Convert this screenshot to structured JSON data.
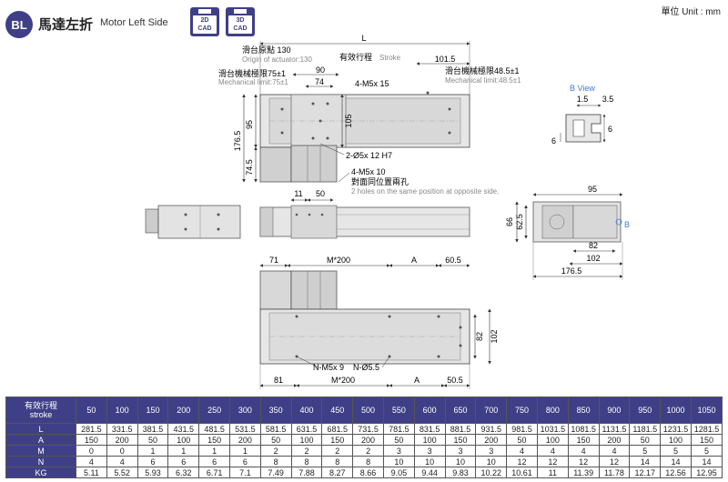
{
  "header": {
    "badge": "BL",
    "title": "馬達左折",
    "subtitle": "Motor Left Side",
    "cad2d": "2D\nCAD",
    "cad2d_top": "2D",
    "cad2d_bottom": "CAD",
    "cad3d_top": "3D",
    "cad3d_bottom": "CAD",
    "unit": "單位 Unit : mm"
  },
  "top_view": {
    "dim_L": "L",
    "origin_cn": "滑台原點 130",
    "origin_en": "Origin of actuator:130",
    "stroke_cn": "有效行程",
    "stroke_en": "Stroke",
    "dim_101_5": "101.5",
    "dim_90": "90",
    "dim_74": "74",
    "mech_left_cn": "滑台機械極限75±1",
    "mech_left_en": "Mechanical limit:75±1",
    "mech_right_cn": "滑台機械極限48.5±1",
    "mech_right_en": "Mechanical limit:48.5±1",
    "dim_4m5_15": "4-M5x 15",
    "dim_95": "95",
    "dim_105": "105",
    "dim_176_5": "176.5",
    "dim_74_5": "74.5",
    "dim_2d5": "2-Ø5x 12 H7",
    "dim_4m5_10": "4-M5x 10",
    "holes_cn": "對面同位置兩孔",
    "holes_en": "2 holes on the same position at opposite side."
  },
  "side_view": {
    "dim_11": "11",
    "dim_50": "50"
  },
  "b_view": {
    "title": "B View",
    "dim_1_5": "1.5",
    "dim_3_5": "3.5",
    "dim_6a": "6",
    "dim_6b": "6"
  },
  "end_view": {
    "dim_95": "95",
    "dim_66": "66",
    "dim_62_5": "62.5",
    "label_b": "B",
    "dim_82": "82",
    "dim_102": "102",
    "dim_176_5": "176.5"
  },
  "bottom_view": {
    "dim_71": "71",
    "dim_m200_top": "M*200",
    "dim_A_top": "A",
    "dim_60_5": "60.5",
    "dim_82": "82",
    "dim_102": "102",
    "dim_nm5": "N-M5x 9",
    "dim_nd5": "N-Ø5.5",
    "dim_81": "81",
    "dim_m200_bot": "M*200",
    "dim_A_bot": "A",
    "dim_50_5": "50.5"
  },
  "table": {
    "header_cn": "有效行程",
    "header_en": "stroke",
    "columns": [
      "50",
      "100",
      "150",
      "200",
      "250",
      "300",
      "350",
      "400",
      "450",
      "500",
      "550",
      "600",
      "650",
      "700",
      "750",
      "800",
      "850",
      "900",
      "950",
      "1000",
      "1050"
    ],
    "rows": [
      {
        "label": "L",
        "values": [
          "281.5",
          "331.5",
          "381.5",
          "431.5",
          "481.5",
          "531.5",
          "581.5",
          "631.5",
          "681.5",
          "731.5",
          "781.5",
          "831.5",
          "881.5",
          "931.5",
          "981.5",
          "1031.5",
          "1081.5",
          "1131.5",
          "1181.5",
          "1231.5",
          "1281.5"
        ]
      },
      {
        "label": "A",
        "values": [
          "150",
          "200",
          "50",
          "100",
          "150",
          "200",
          "50",
          "100",
          "150",
          "200",
          "50",
          "100",
          "150",
          "200",
          "50",
          "100",
          "150",
          "200",
          "50",
          "100",
          "150"
        ]
      },
      {
        "label": "M",
        "values": [
          "0",
          "0",
          "1",
          "1",
          "1",
          "1",
          "2",
          "2",
          "2",
          "2",
          "3",
          "3",
          "3",
          "3",
          "4",
          "4",
          "4",
          "4",
          "5",
          "5",
          "5"
        ]
      },
      {
        "label": "N",
        "values": [
          "4",
          "4",
          "6",
          "6",
          "6",
          "6",
          "8",
          "8",
          "8",
          "8",
          "10",
          "10",
          "10",
          "10",
          "12",
          "12",
          "12",
          "12",
          "14",
          "14",
          "14"
        ]
      },
      {
        "label": "KG",
        "values": [
          "5.11",
          "5.52",
          "5.93",
          "6.32",
          "6.71",
          "7.1",
          "7.49",
          "7.88",
          "8.27",
          "8.66",
          "9.05",
          "9.44",
          "9.83",
          "10.22",
          "10.61",
          "11",
          "11.39",
          "11.78",
          "12.17",
          "12.56",
          "12.95"
        ]
      }
    ]
  }
}
